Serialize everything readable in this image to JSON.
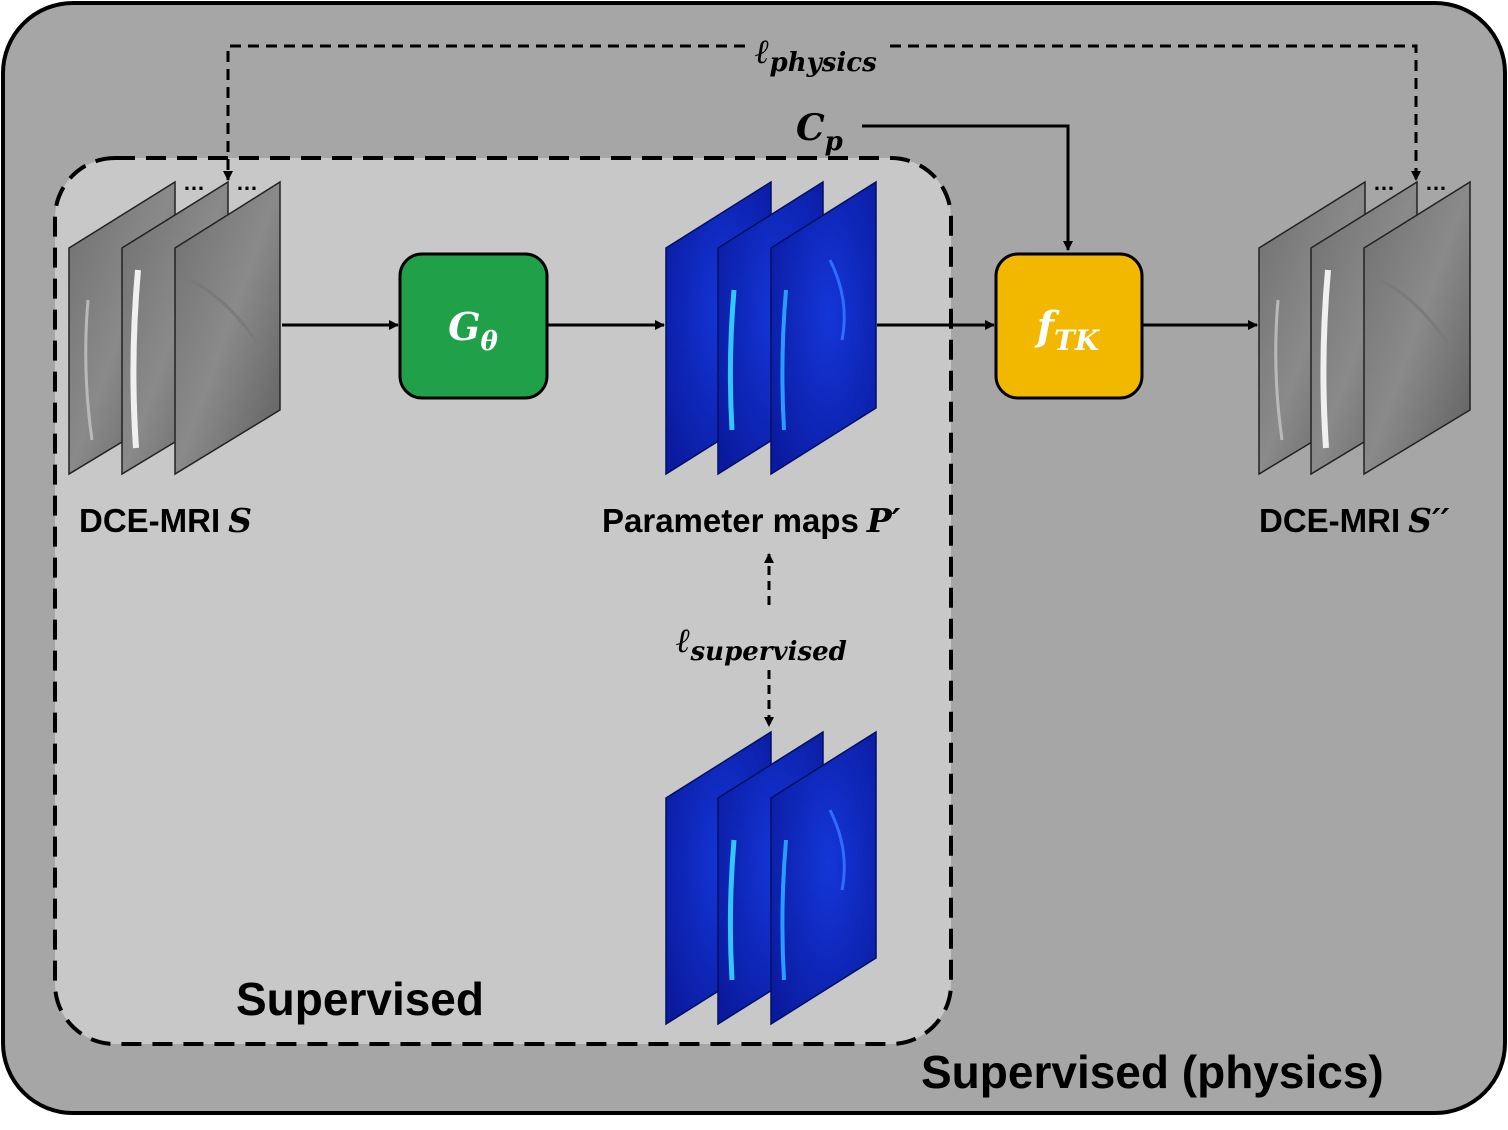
{
  "regions": {
    "outer": {
      "label": "Supervised (physics)",
      "fill": "#a6a6a6"
    },
    "inner": {
      "label": "Supervised",
      "fill": "#c8c8c8"
    }
  },
  "nodes": {
    "generator": {
      "symbol": "G",
      "subscript": "θ",
      "fill": "#21a04a"
    },
    "tk_model": {
      "symbol": "f",
      "subscript": "TK",
      "fill": "#f2b800"
    }
  },
  "labels": {
    "input": {
      "text": "DCE-MRI",
      "symbol": "S"
    },
    "params": {
      "text": "Parameter maps",
      "symbol": "P",
      "prime": "′"
    },
    "output": {
      "text": "DCE-MRI",
      "symbol": "S",
      "prime": "′′"
    },
    "cp": {
      "symbol": "C",
      "subscript": "p"
    },
    "loss_physics": {
      "symbol": "ℓ",
      "subscript": "physics"
    },
    "loss_supervised": {
      "symbol": "ℓ",
      "subscript": "supervised"
    },
    "ellipsis": "…"
  },
  "colors": {
    "param_map": "#0a1fb0",
    "param_highlight": "#33c7ff"
  }
}
